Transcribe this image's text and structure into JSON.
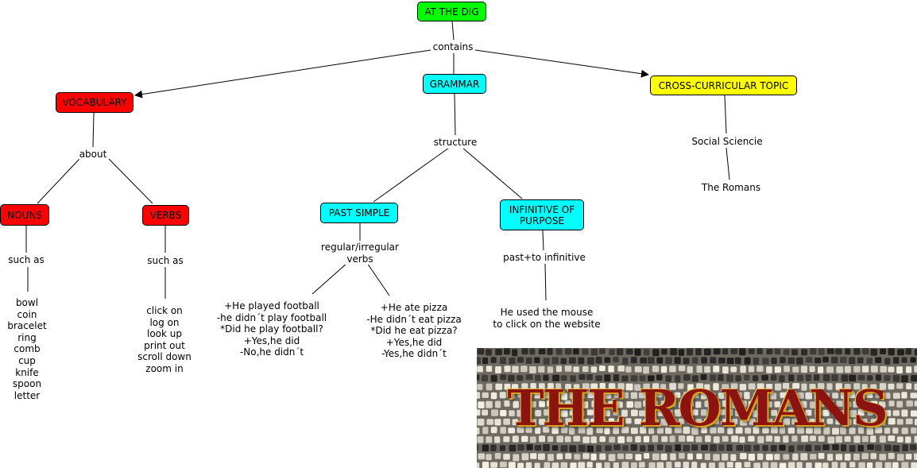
{
  "nodes": {
    "at_the_dig": "AT THE DIG",
    "vocabulary": "VOCABULARY",
    "grammar": "GRAMMAR",
    "cross_curricular": "CROSS-CURRICULAR TOPIC",
    "nouns": "NOUNS",
    "verbs": "VERBS",
    "past_simple": "PAST SIMPLE",
    "infinitive": "INFINITIVE OF\nPURPOSE"
  },
  "links": {
    "contains": "contains",
    "about": "about",
    "structure": "structure",
    "nouns_such_as": "such as",
    "verbs_such_as": "such as",
    "regular_irregular": "regular/irregular\nverbs",
    "past_to_infinitive": "past+to infinitive"
  },
  "concepts": {
    "social_science": "Social Sciencie",
    "the_romans": "The Romans",
    "nouns_list": "bowl\ncoin\nbracelet\nring\ncomb\ncup\nknife\nspoon\nletter",
    "verbs_list": "click on\nlog on\nlook up\nprint out\nscroll down\nzoom in",
    "played_football": "+He played football\n-he didn´t play football\n*Did he play football?\n+Yes,he did\n-No,he didn´t",
    "ate_pizza": "+He ate pizza\n-He didn´t eat pizza\n*Did he eat pizza?\n+Yes,he did\n-Yes,he didn´t",
    "mouse_example": "He used the mouse\nto click on the website"
  },
  "banner": {
    "title": "THE ROMANS"
  },
  "colors": {
    "green": "#00ff00",
    "red": "#ff0000",
    "cyan": "#00ffff",
    "yellow": "#ffff00"
  }
}
